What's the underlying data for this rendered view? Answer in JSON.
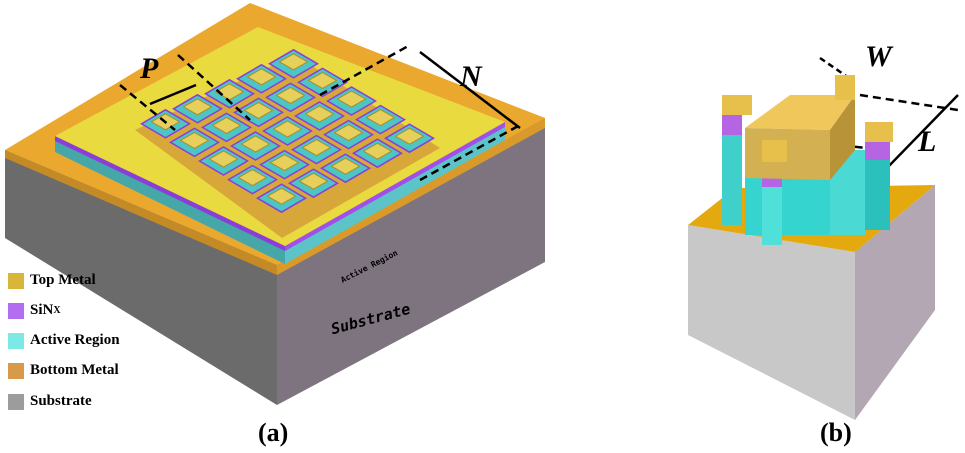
{
  "panel_a": {
    "caption": "(a)",
    "label_p": "P",
    "label_n": "N",
    "active_region_text": "Active Region",
    "substrate_text": "Substrate"
  },
  "panel_b": {
    "caption": "(b)",
    "label_w": "W",
    "label_l": "L"
  },
  "legend": [
    {
      "label": "Top Metal",
      "color": "#d9b53a"
    },
    {
      "label": "SiN",
      "sub": "X",
      "color": "#b36ef0"
    },
    {
      "label": "Active Region",
      "color": "#7de9e6"
    },
    {
      "label": "Bottom Metal",
      "color": "#d79a48"
    },
    {
      "label": "Substrate",
      "color": "#9c9c9c"
    }
  ]
}
